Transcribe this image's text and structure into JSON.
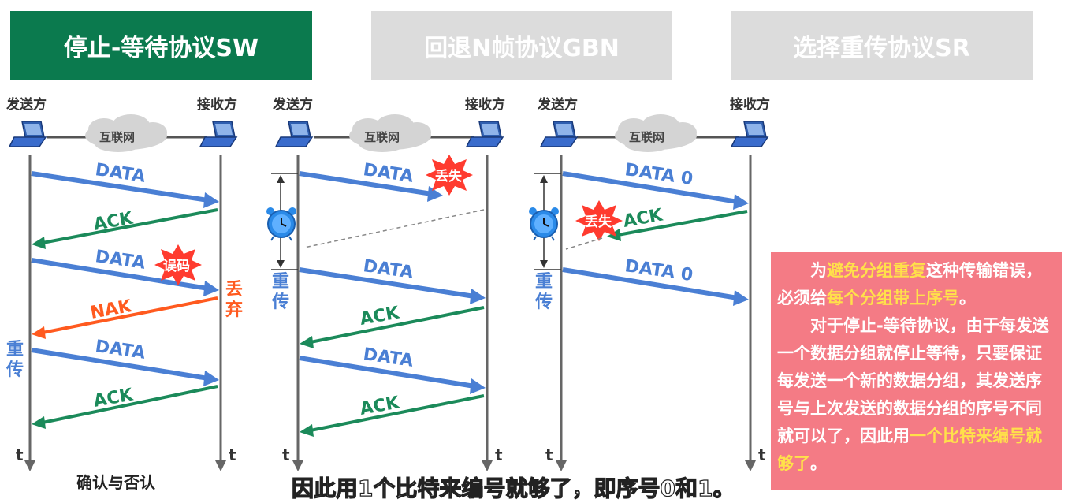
{
  "tabs": [
    {
      "label": "停止-等待协议SW",
      "active": true
    },
    {
      "label": "回退N帧协议GBN",
      "active": false
    },
    {
      "label": "选择重传协议SR",
      "active": false
    }
  ],
  "labels": {
    "sender": "发送方",
    "receiver": "接收方",
    "internet": "互联网",
    "time": "t",
    "data": "DATA",
    "data0": "DATA 0",
    "ack": "ACK",
    "nak": "NAK",
    "error": "误码",
    "lost": "丢失",
    "discard_1": "丢",
    "discard_2": "弃",
    "retx_1": "重",
    "retx_2": "传"
  },
  "caption": "确认与否认",
  "subtitle": "因此用1个比特来编号就够了，即序号0和1。",
  "note": {
    "p1_pre": "为",
    "p1_hl1": "避免分组重复",
    "p1_mid": "这种传输错误，必须给",
    "p1_hl2": "每个分组带上序号",
    "p1_post": "。",
    "p2_pre": "对于停止-等待协议，由于每发送一个数据分组就停止等待，只要保证每发送一个新的数据分组，其发送序号与上次发送的数据分组的序号不同就可以了，因此用",
    "p2_hl": "一个比特来编号就够了",
    "p2_post": "。"
  },
  "colors": {
    "tab_active": "#0b7a4e",
    "tab_inactive": "#dcdcdc",
    "data_arrow": "#4a7fd4",
    "ack_arrow": "#1b8a5a",
    "nak_arrow": "#ff5a1f",
    "burst": "#ff3b2f",
    "note_bg": "#f47b85",
    "highlight": "#ffe14a"
  }
}
